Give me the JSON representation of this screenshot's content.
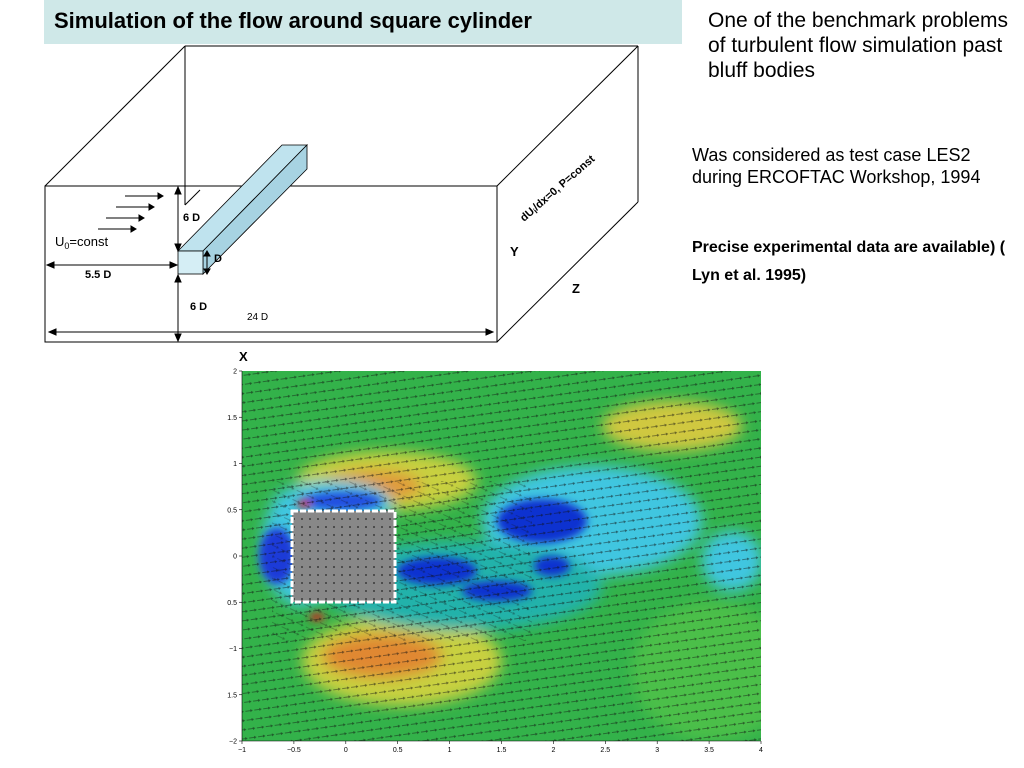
{
  "slide": {
    "title": "Simulation of the flow around square cylinder",
    "bullet_main": "One of the benchmark problems of turbulent flow simulation past bluff bodies",
    "bullet_test_case": "Was considered as test case LES2 during ERCOFTAC Workshop, 1994",
    "bullet_data": "Precise experimental data are available)   ( Lyn et al. 1995)"
  },
  "diagram": {
    "inflow_label": "U",
    "inflow_sub": "0",
    "inflow_rest": "=const",
    "height_top": "6 D",
    "height_bottom": "6 D",
    "upstream": "5.5 D",
    "cylinder": "D",
    "length": "24 D",
    "outlet_a": "dU",
    "outlet_sub": "i",
    "outlet_b": "/dx=0, P=const",
    "axis_x": "X",
    "axis_y": "Y",
    "axis_z": "Z"
  },
  "plot": {
    "x_ticks": [
      "−1",
      "−0.5",
      "0",
      "0.5",
      "1",
      "1.5",
      "2",
      "2.5",
      "3",
      "3.5",
      "4"
    ],
    "y_ticks": [
      "2",
      "1.5",
      "1",
      "0.5",
      "0",
      "0.5",
      "−1",
      "1.5",
      "−2"
    ],
    "colors": {
      "green": "#33b24a",
      "teal": "#20b2aa",
      "cyan": "#3fc6e0",
      "blue": "#1030d0",
      "yellow": "#e0d040",
      "orange": "#e08830",
      "red": "#cc2020",
      "cylinder": "#888888"
    }
  }
}
